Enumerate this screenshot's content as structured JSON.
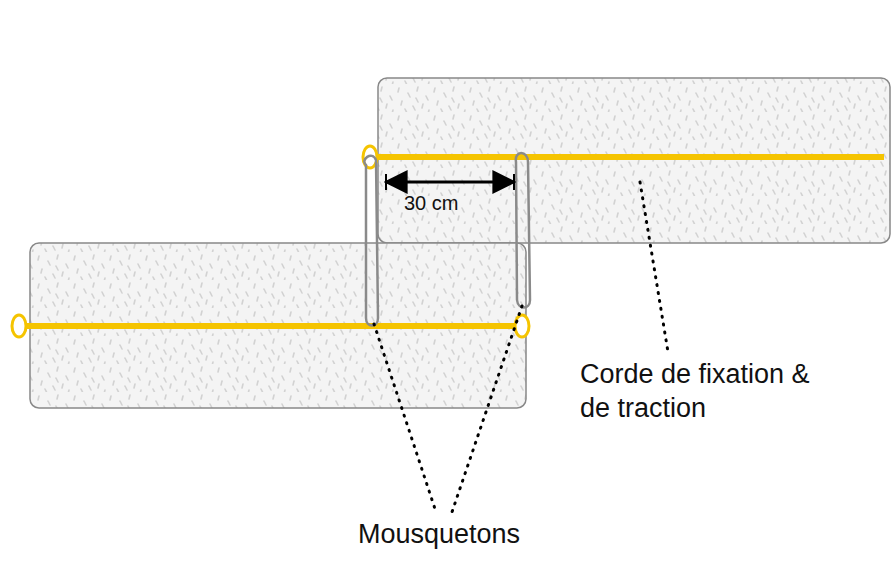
{
  "diagram": {
    "labels": [
      "30 cm",
      "Corde de fixation & de traction",
      "Mousquetons"
    ]
  }
}
